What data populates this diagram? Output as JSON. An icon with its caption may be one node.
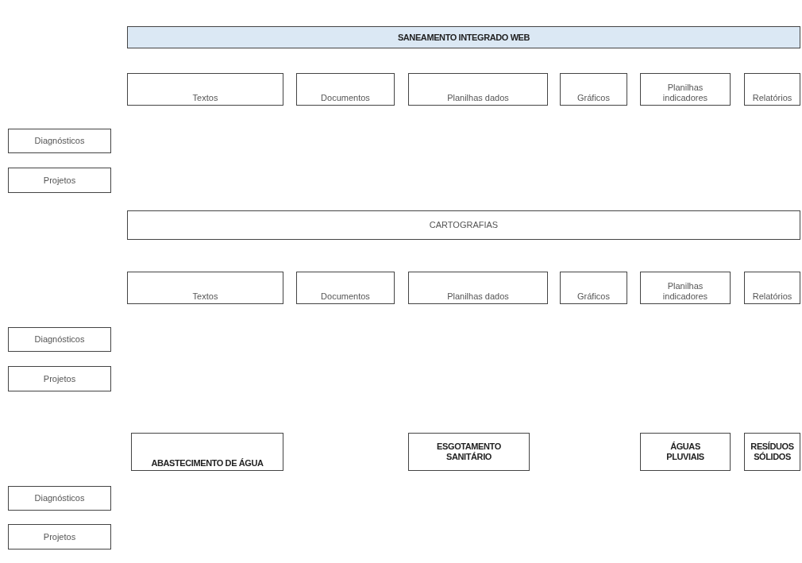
{
  "diagram": {
    "nodes": [
      {
        "text": [
          "SANEAMENTO INTEGRADO WEB"
        ]
      },
      {
        "text": [
          "Textos"
        ]
      },
      {
        "text": [
          "Documentos"
        ]
      },
      {
        "text": [
          "Planilhas dados"
        ]
      },
      {
        "text": [
          "Gráficos"
        ]
      },
      {
        "text": [
          "Planilhas indicadores"
        ]
      },
      {
        "text": [
          "Relatórios"
        ]
      },
      {
        "text": [
          "Diagnósticos"
        ]
      },
      {
        "text": [
          "Projetos"
        ]
      },
      {
        "text": [
          "CARTOGRAFIAS"
        ]
      },
      {
        "text": [
          "Textos"
        ]
      },
      {
        "text": [
          "Documentos"
        ]
      },
      {
        "text": [
          "Planilhas dados"
        ]
      },
      {
        "text": [
          "Gráficos"
        ]
      },
      {
        "text": [
          "Planilhas indicadores"
        ]
      },
      {
        "text": [
          "Relatórios"
        ]
      },
      {
        "text": [
          "Diagnósticos"
        ]
      },
      {
        "text": [
          "Projetos"
        ]
      },
      {
        "text": [
          "ABASTECIMENTO DE ÁGUA"
        ]
      },
      {
        "text": [
          "ESGOTAMENTO SANITÁRIO"
        ]
      },
      {
        "text": [
          "ÁGUAS PLUVIAIS"
        ]
      },
      {
        "text": [
          "RESÍDUOS SÓLIDOS"
        ]
      },
      {
        "text": [
          "Diagnósticos"
        ]
      },
      {
        "text": [
          "Projetos"
        ]
      }
    ]
  }
}
